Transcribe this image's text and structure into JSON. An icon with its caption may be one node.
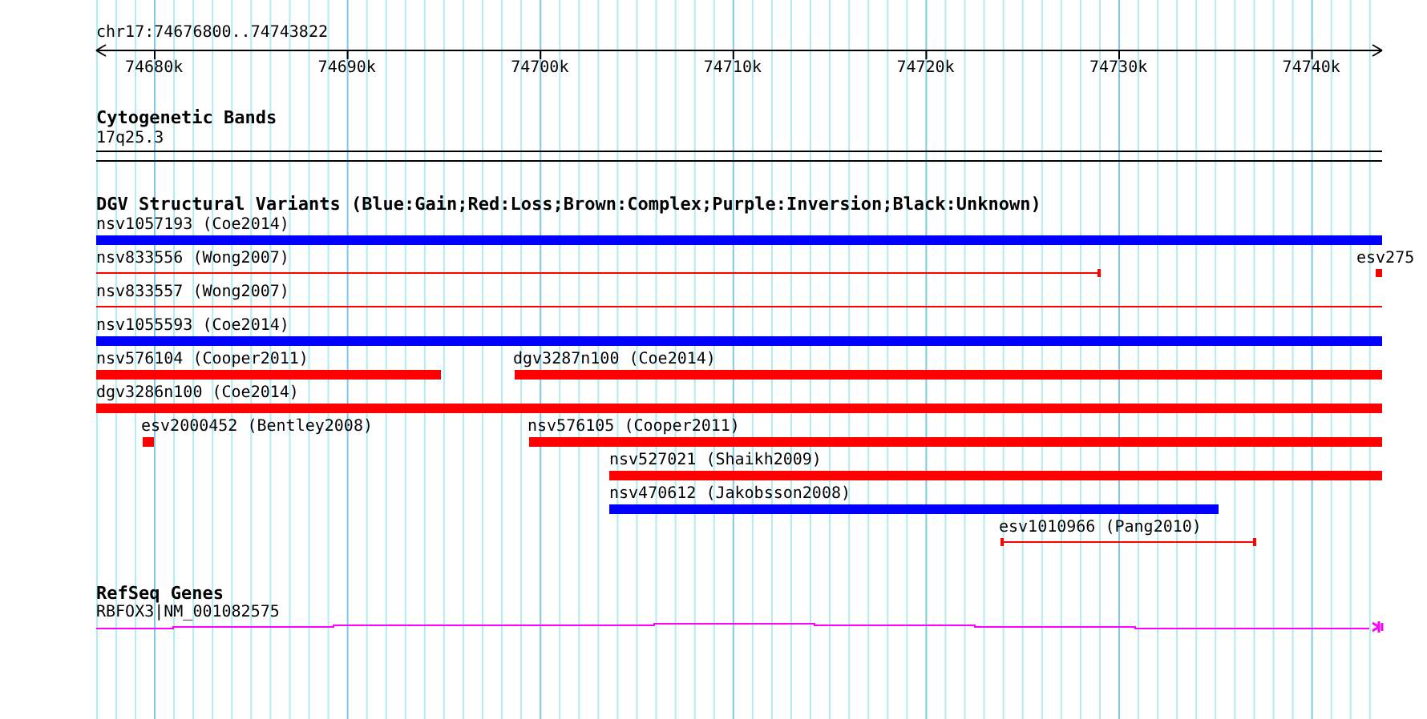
{
  "diagram": {
    "nodes": [
      {
        "text": [
          "nsv1057193 (Coe2014)"
        ]
      },
      {
        "text": [
          "nsv833556 (Wong2007)"
        ]
      },
      {
        "text": [
          "esv275"
        ]
      },
      {
        "text": [
          "nsv833557 (Wong2007)"
        ]
      },
      {
        "text": [
          "nsv1055593 (Coe2014)"
        ]
      },
      {
        "text": [
          "nsv576104 (Cooper2011)"
        ]
      },
      {
        "text": [
          "dgv3287n100 (Coe2014)"
        ]
      },
      {
        "text": [
          "dgv3286n100 (Coe2014)"
        ]
      },
      {
        "text": [
          "esv2000452 (Bentley2008)"
        ]
      },
      {
        "text": [
          "nsv576105 (Cooper2011)"
        ]
      },
      {
        "text": [
          "nsv527021 (Shaikh2009)"
        ]
      },
      {
        "text": [
          "nsv470612 (Jakobsson2008)"
        ]
      },
      {
        "text": [
          "esv1010966 (Pang2010)"
        ]
      },
      {
        "text": [
          "RBFOX3|NM_001082575"
        ]
      }
    ],
    "labels": [
      "chr17:74676800..74743822",
      "74680k",
      "74690k",
      "74700k",
      "74710k",
      "74720k",
      "74730k",
      "74740k",
      "Cytogenetic Bands",
      "17q25.3",
      "DGV Structural Variants (Blue:Gain;Red:Loss;Brown:Complex;Purple:Inversion;Black:Unknown)",
      "RefSeq Genes"
    ]
  }
}
